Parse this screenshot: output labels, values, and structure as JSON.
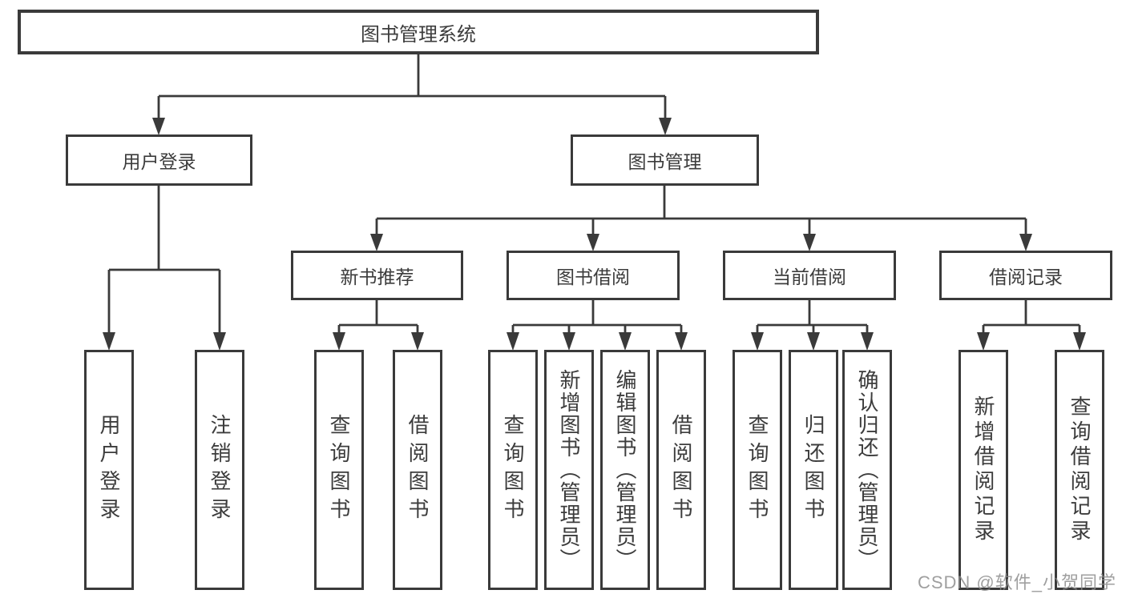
{
  "diagram": {
    "root": {
      "label": "图书管理系统"
    },
    "branches": [
      {
        "label": "用户登录"
      },
      {
        "label": "图书管理"
      }
    ],
    "modules": [
      {
        "label": "新书推荐"
      },
      {
        "label": "图书借阅"
      },
      {
        "label": "当前借阅"
      },
      {
        "label": "借阅记录"
      }
    ],
    "leaves": [
      {
        "label": "用户登录"
      },
      {
        "label": "注销登录"
      },
      {
        "label": "查询图书"
      },
      {
        "label": "借阅图书"
      },
      {
        "label": "查询图书"
      },
      {
        "label": "新增图书（管理员）"
      },
      {
        "label": "编辑图书（管理员）"
      },
      {
        "label": "借阅图书"
      },
      {
        "label": "查询图书"
      },
      {
        "label": "归还图书"
      },
      {
        "label": "确认归还（管理员）"
      },
      {
        "label": "新增借阅记录"
      },
      {
        "label": "查询借阅记录"
      }
    ]
  },
  "watermark": {
    "text": "CSDN @软件_小贺同学"
  },
  "colors": {
    "line": "#3a3a3a",
    "box_border": "#3a3a3a",
    "text": "#3c3c3c",
    "watermark": "#8a8a8a",
    "background": "#ffffff"
  }
}
